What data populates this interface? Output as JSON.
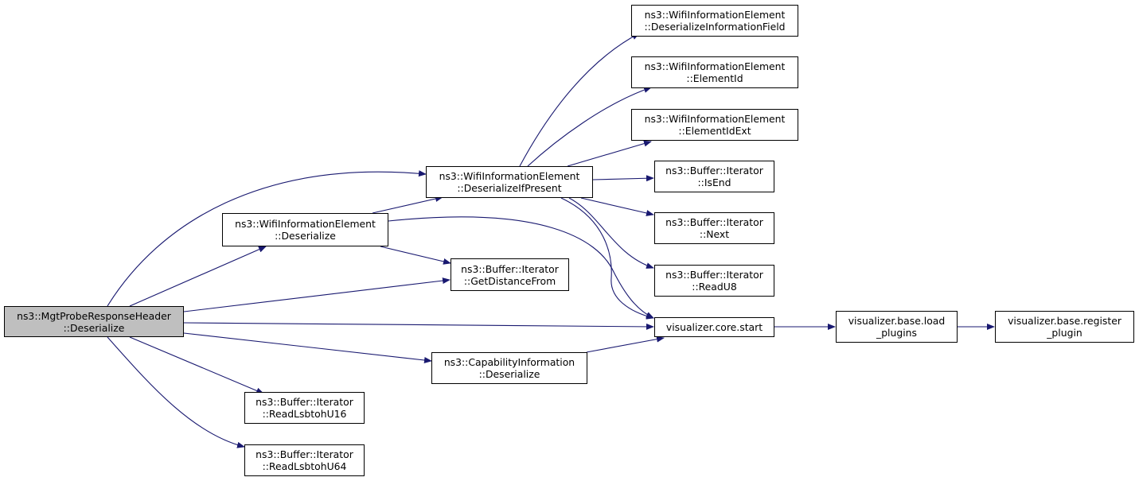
{
  "colors": {
    "edge": "#191970",
    "root_fill": "#bfbfbf",
    "node_fill": "#ffffff",
    "border": "#000000"
  },
  "nodes": {
    "root": {
      "line1": "ns3::MgtProbeResponseHeader",
      "line2": "::Deserialize"
    },
    "wie_deser_if": {
      "line1": "ns3::WifiInformationElement",
      "line2": "::DeserializeIfPresent"
    },
    "wie_deser": {
      "line1": "ns3::WifiInformationElement",
      "line2": "::Deserialize"
    },
    "bi_getdist": {
      "line1": "ns3::Buffer::Iterator",
      "line2": "::GetDistanceFrom"
    },
    "cap_deser": {
      "line1": "ns3::CapabilityInformation",
      "line2": "::Deserialize"
    },
    "bi_readu16": {
      "line1": "ns3::Buffer::Iterator",
      "line2": "::ReadLsbtohU16"
    },
    "bi_readu64": {
      "line1": "ns3::Buffer::Iterator",
      "line2": "::ReadLsbtohU64"
    },
    "wie_deser_field": {
      "line1": "ns3::WifiInformationElement",
      "line2": "::DeserializeInformationField"
    },
    "wie_elemid": {
      "line1": "ns3::WifiInformationElement",
      "line2": "::ElementId"
    },
    "wie_elemidext": {
      "line1": "ns3::WifiInformationElement",
      "line2": "::ElementIdExt"
    },
    "bi_isend": {
      "line1": "ns3::Buffer::Iterator",
      "line2": "::IsEnd"
    },
    "bi_next": {
      "line1": "ns3::Buffer::Iterator",
      "line2": "::Next"
    },
    "bi_readu8": {
      "line1": "ns3::Buffer::Iterator",
      "line2": "::ReadU8"
    },
    "viz_start": {
      "line1": "visualizer.core.start"
    },
    "viz_load": {
      "line1": "visualizer.base.load",
      "line2": "_plugins"
    },
    "viz_register": {
      "line1": "visualizer.base.register",
      "line2": "_plugin"
    }
  }
}
